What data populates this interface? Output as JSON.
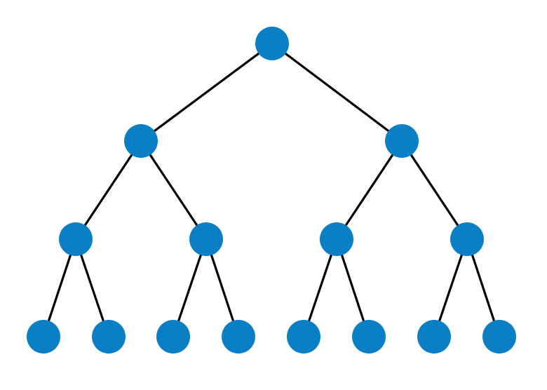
{
  "diagram": {
    "type": "binary-tree",
    "depth": 4,
    "node_color": "#0A7FC3",
    "edge_color": "#000000",
    "nodes": [
      {
        "id": "n1"
      },
      {
        "id": "n2"
      },
      {
        "id": "n3"
      },
      {
        "id": "n4"
      },
      {
        "id": "n5"
      },
      {
        "id": "n6"
      },
      {
        "id": "n7"
      },
      {
        "id": "n8"
      },
      {
        "id": "n9"
      },
      {
        "id": "n10"
      },
      {
        "id": "n11"
      },
      {
        "id": "n12"
      },
      {
        "id": "n13"
      },
      {
        "id": "n14"
      },
      {
        "id": "n15"
      }
    ],
    "edges": [
      {
        "from": "n1",
        "to": "n2"
      },
      {
        "from": "n1",
        "to": "n3"
      },
      {
        "from": "n2",
        "to": "n4"
      },
      {
        "from": "n2",
        "to": "n5"
      },
      {
        "from": "n3",
        "to": "n6"
      },
      {
        "from": "n3",
        "to": "n7"
      },
      {
        "from": "n4",
        "to": "n8"
      },
      {
        "from": "n4",
        "to": "n9"
      },
      {
        "from": "n5",
        "to": "n10"
      },
      {
        "from": "n5",
        "to": "n11"
      },
      {
        "from": "n6",
        "to": "n12"
      },
      {
        "from": "n6",
        "to": "n13"
      },
      {
        "from": "n7",
        "to": "n14"
      },
      {
        "from": "n7",
        "to": "n15"
      }
    ]
  }
}
